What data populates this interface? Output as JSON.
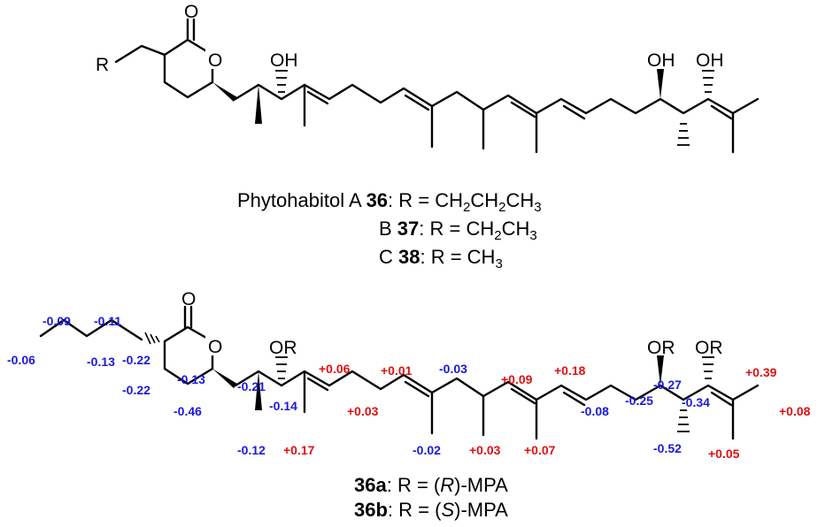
{
  "colors": {
    "negative": "#1a1adc",
    "positive": "#e01010",
    "bonds": "#000000"
  },
  "top_structure": {
    "atoms": {
      "r": "R",
      "carbonyl_o": "O",
      "ring_o": "O",
      "oh1": "OH",
      "oh2": "OH",
      "oh3": "OH"
    },
    "caption": {
      "line1": {
        "prefix": "Phytohabitol A ",
        "num": "36",
        "rest": ": R = CH",
        "sub1": "2",
        "mid": "CH",
        "sub2": "2",
        "end": "CH",
        "sub3": "3"
      },
      "line2": {
        "prefix": "B ",
        "num": "37",
        "rest": ": R = CH",
        "sub1": "2",
        "end": "CH",
        "sub2": "3"
      },
      "line3": {
        "prefix": "C ",
        "num": "38",
        "rest": ": R = CH",
        "sub1": "3"
      }
    }
  },
  "bottom_structure": {
    "atoms": {
      "carbonyl_o": "O",
      "ring_o": "O",
      "or1": "OR",
      "or2": "OR",
      "or3": "OR"
    },
    "delta_values": [
      "-0.09",
      "-0.11",
      "-0.06",
      "-0.13",
      "-0.22",
      "-0.22",
      "-0.13",
      "-0.46",
      "-0.21",
      "-0.14",
      "-0.12",
      "+0.17",
      "+0.06",
      "+0.03",
      "+0.01",
      "-0.02",
      "-0.03",
      "+0.09",
      "+0.03",
      "+0.07",
      "+0.18",
      "-0.08",
      "-0.25",
      "-0.27",
      "-0.34",
      "-0.52",
      "+0.39",
      "+0.05",
      "+0.08"
    ],
    "caption": {
      "line1": {
        "num": "36a",
        "rest": ": R = (",
        "ital": "R",
        "end": ")-MPA"
      },
      "line2": {
        "num": "36b",
        "rest": ": R = (",
        "ital": "S",
        "end": ")-MPA"
      }
    }
  }
}
